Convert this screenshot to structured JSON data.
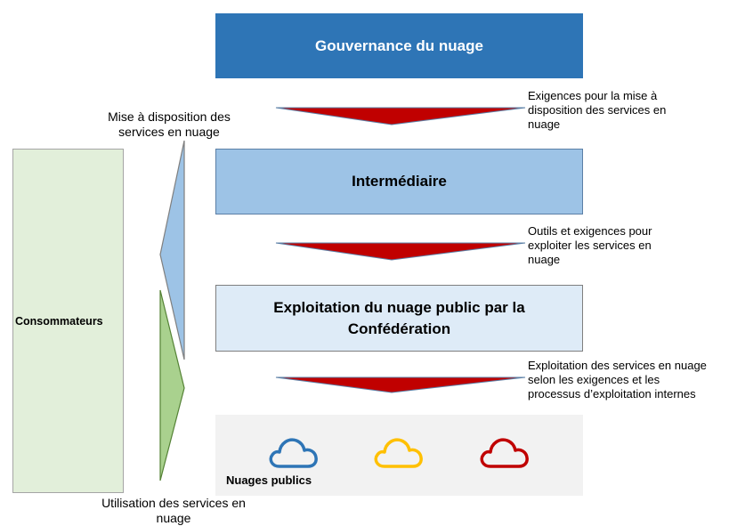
{
  "boxes": {
    "governance": "Gouvernance du nuage",
    "intermediary": "Intermédiaire",
    "operation": "Exploitation du nuage public par la Confédération",
    "consumers": "Consommateurs",
    "public_clouds": "Nuages publics"
  },
  "notes": {
    "provisioning_requirements": "Exigences pour la mise à disposition des services en nuage",
    "tools_requirements": "Outils et exigences pour exploiter les services en nuage",
    "service_operation": "Exploitation des services en nuage selon les exigences et les processus d’exploitation internes"
  },
  "side_labels": {
    "provisioning": "Mise à disposition des services en nuage",
    "usage": "Utilisation des services en nuage"
  },
  "colors": {
    "governance_fill": "#2e75b6",
    "intermediary_fill": "#9dc3e6",
    "operation_fill": "#deebf7",
    "consumers_fill": "#e2efda",
    "arrow_red": "#c00000",
    "provisioning_arrow": "#9dc3e6",
    "usage_arrow": "#a9d18e",
    "cloud_colors": [
      "#2e75b6",
      "#ffc000",
      "#c00000"
    ]
  },
  "icons": [
    "cloud-icon",
    "cloud-icon",
    "cloud-icon"
  ]
}
